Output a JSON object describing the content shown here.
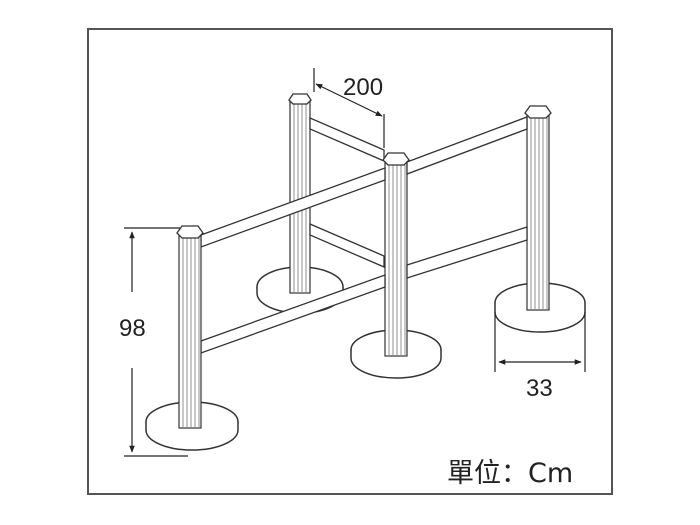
{
  "dimensions": {
    "post_spacing": "200",
    "height": "98",
    "base_diameter": "33"
  },
  "unit_label": "單位：Cm",
  "colors": {
    "line": "#333333",
    "frame": "#555555",
    "background": "#ffffff"
  }
}
